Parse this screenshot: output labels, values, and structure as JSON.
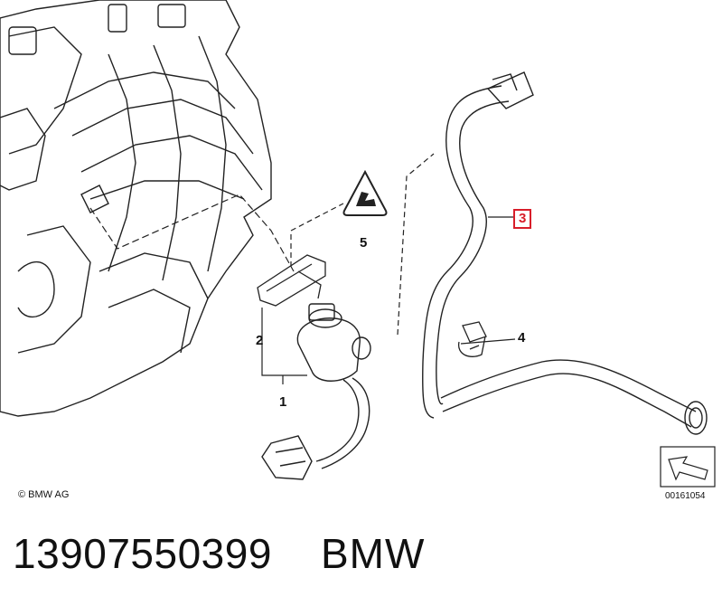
{
  "callouts": {
    "c1": "1",
    "c2": "2",
    "c3": "3",
    "c4": "4",
    "c5": "5"
  },
  "copyright": "© BMW AG",
  "diagram_ref": "00161054",
  "part_number": "13907550399",
  "brand": "BMW",
  "colors": {
    "highlight": "#d81e2a",
    "line": "#111111"
  },
  "icons": [
    "engine-illustration",
    "warning-triangle-icon",
    "direction-arrow-icon"
  ]
}
